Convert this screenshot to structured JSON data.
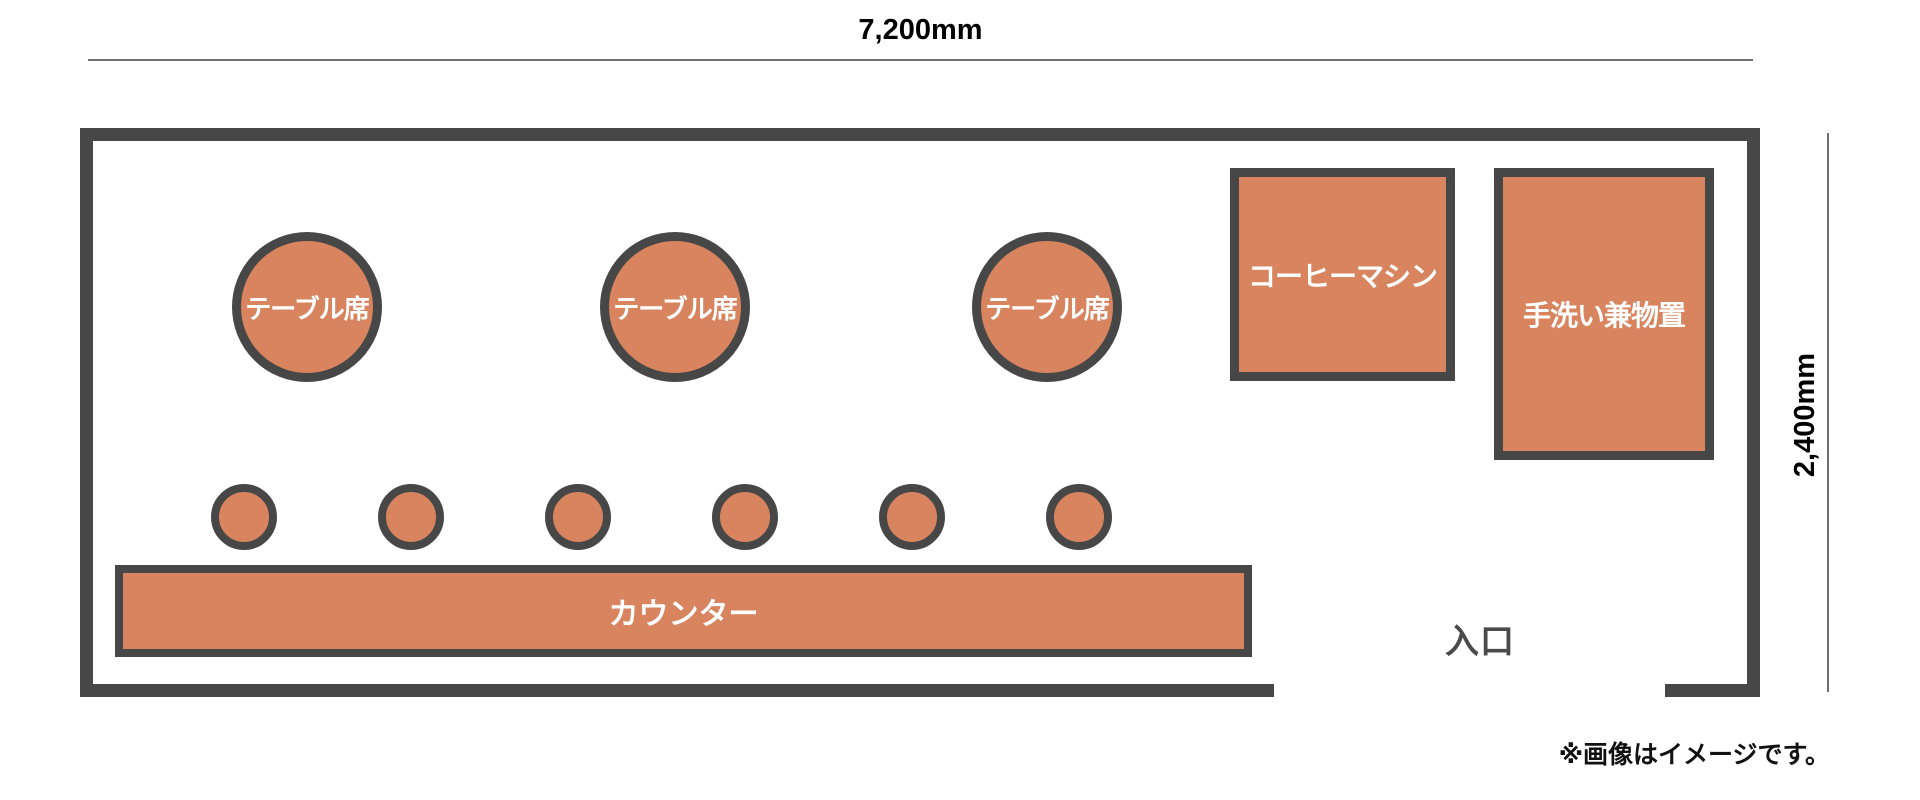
{
  "diagram": {
    "type": "floor-plan",
    "dimensions": {
      "width_label": "7,200mm",
      "height_label": "2,400mm"
    },
    "tables": [
      {
        "label": "テーブル席"
      },
      {
        "label": "テーブル席"
      },
      {
        "label": "テーブル席"
      }
    ],
    "equipment": {
      "coffee_machine_label": "コーヒーマシン",
      "washstand_storage_label": "手洗い兼物置"
    },
    "counter": {
      "label": "カウンター",
      "stool_count": 6
    },
    "entrance_label": "入口",
    "note": "※画像はイメージです。",
    "colors": {
      "furniture_fill": "#d7845f",
      "outline": "#474747",
      "dimension_line": "#6f6f6f",
      "entrance_text": "#4a4a4a",
      "label_text": "#ffffff",
      "background": "#ffffff"
    }
  }
}
